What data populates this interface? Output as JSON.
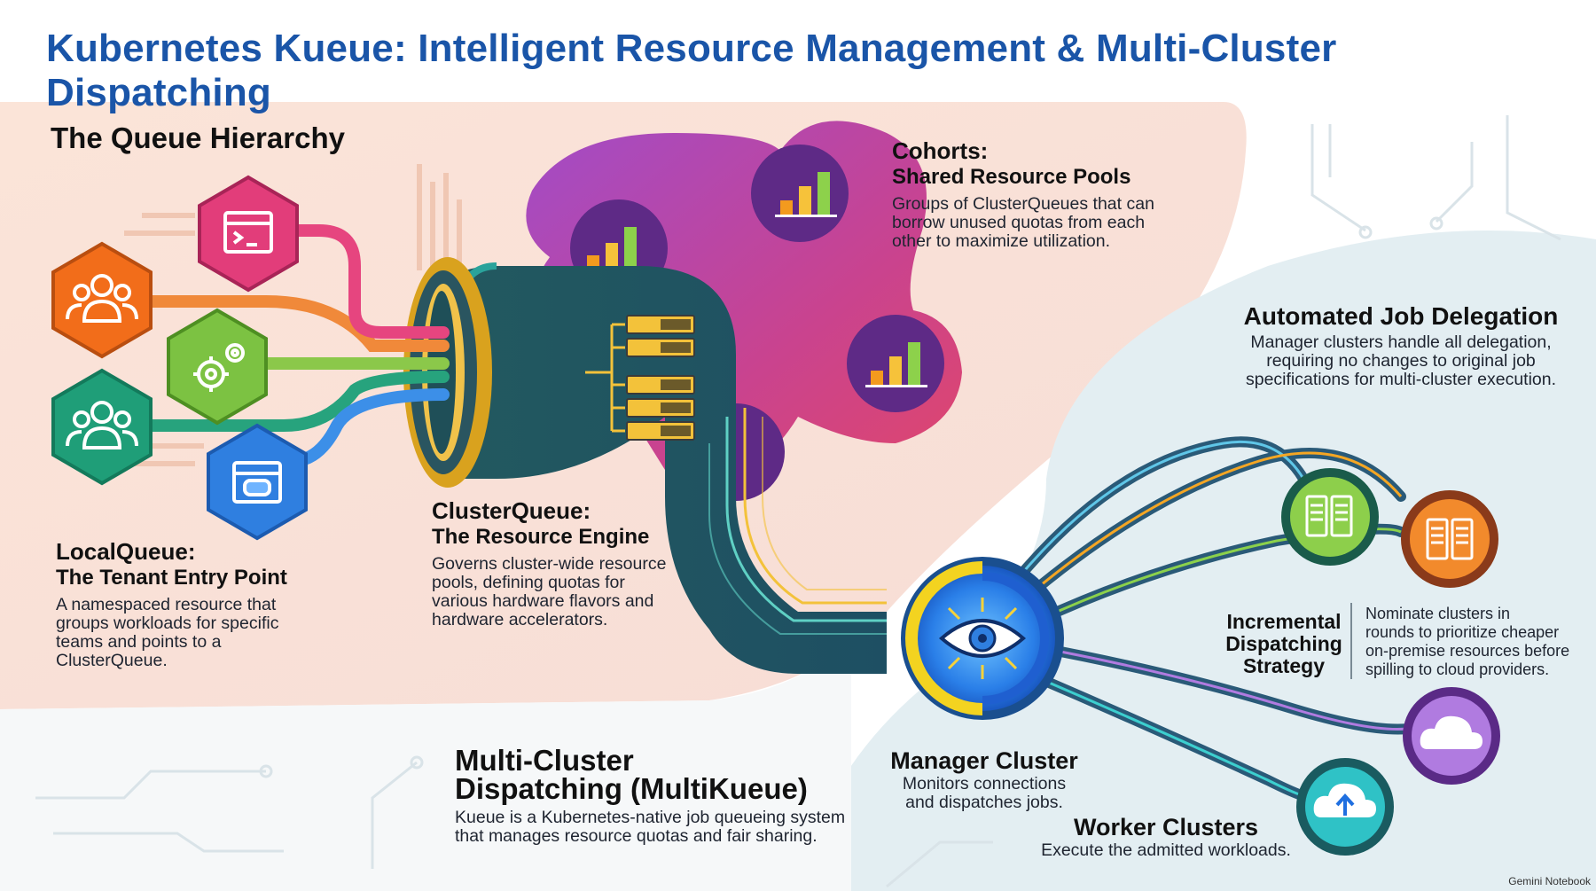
{
  "title": "Kubernetes Kueue: Intelligent Resource Management & Multi-Cluster Dispatching",
  "queue_hierarchy": {
    "heading": "The Queue Hierarchy"
  },
  "local_queue": {
    "heading": "LocalQueue:",
    "subheading": "The Tenant Entry Point",
    "body": [
      "A namespaced resource that",
      "groups workloads for specific",
      "teams and points to a",
      "ClusterQueue."
    ]
  },
  "cluster_queue": {
    "heading": "ClusterQueue:",
    "subheading": "The Resource Engine",
    "body": [
      "Governs cluster-wide resource",
      "pools, defining quotas for",
      "various hardware flavors and",
      "hardware accelerators."
    ]
  },
  "cohorts": {
    "heading": "Cohorts:",
    "subheading": "Shared Resource Pools",
    "body": [
      "Groups of ClusterQueues that can",
      "borrow unused quotas from each",
      "other to maximize utilization."
    ]
  },
  "automated_delegation": {
    "heading": "Automated Job Delegation",
    "body": [
      "Manager clusters handle all delegation,",
      "requiring no changes to original job",
      "specifications for multi-cluster execution."
    ]
  },
  "incremental": {
    "heading": [
      "Incremental",
      "Dispatching",
      "Strategy"
    ],
    "body": [
      "Nominate clusters in",
      "rounds to prioritize cheaper",
      "on-premise resources before",
      "spilling to cloud providers."
    ]
  },
  "multikueue": {
    "heading": [
      "Multi-Cluster",
      "Dispatching (MultiKueue)"
    ],
    "body": [
      "Kueue is a Kubernetes-native job queueing system",
      "that manages resource quotas and fair sharing."
    ]
  },
  "manager_cluster": {
    "heading": "Manager Cluster",
    "body": [
      "Monitors connections",
      "and dispatches jobs."
    ]
  },
  "worker_clusters": {
    "heading": "Worker Clusters",
    "body": "Execute the admitted workloads."
  },
  "credit": "Gemini Notebook",
  "colors": {
    "title_blue": "#1a55a8",
    "pipe_teal": "#1f5f6b",
    "gold_ring": "#e6b422",
    "cohort_magenta": "#b8418f",
    "manager_blue": "#1f6fe0",
    "tenant_orange": "#f26d1a",
    "tenant_pink": "#e23d7a",
    "tenant_green": "#7cc242",
    "tenant_teal": "#1f9e78",
    "tenant_blue": "#2f7fe0"
  },
  "icons": [
    "people-icon",
    "terminal-icon",
    "gears-icon",
    "team-icon",
    "code-window-icon",
    "bar-chart-icon",
    "eye-icon",
    "server-icon",
    "cloud-icon",
    "cloud-upload-icon"
  ]
}
